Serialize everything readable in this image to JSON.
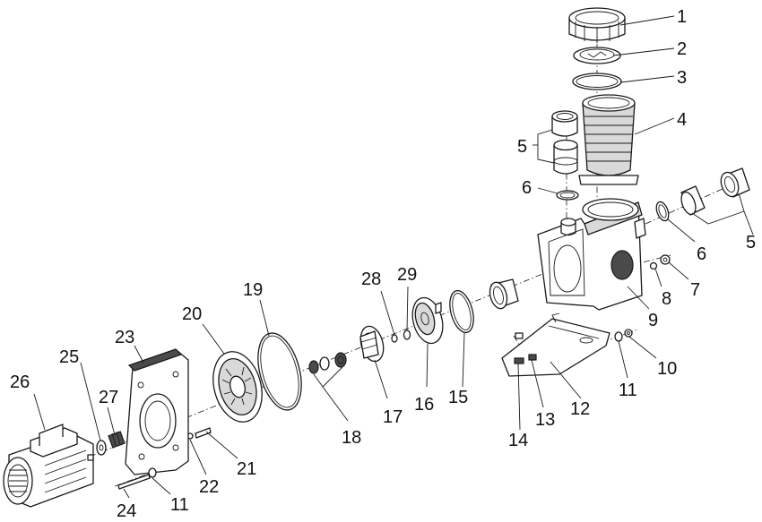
{
  "callouts": [
    {
      "id": "c1",
      "label": "1"
    },
    {
      "id": "c2",
      "label": "2"
    },
    {
      "id": "c3",
      "label": "3"
    },
    {
      "id": "c4",
      "label": "4"
    },
    {
      "id": "c5a",
      "label": "5"
    },
    {
      "id": "c5b",
      "label": "5"
    },
    {
      "id": "c6a",
      "label": "6"
    },
    {
      "id": "c6b",
      "label": "6"
    },
    {
      "id": "c7",
      "label": "7"
    },
    {
      "id": "c8",
      "label": "8"
    },
    {
      "id": "c9",
      "label": "9"
    },
    {
      "id": "c10",
      "label": "10"
    },
    {
      "id": "c11a",
      "label": "11"
    },
    {
      "id": "c11b",
      "label": "11"
    },
    {
      "id": "c12",
      "label": "12"
    },
    {
      "id": "c13",
      "label": "13"
    },
    {
      "id": "c14",
      "label": "14"
    },
    {
      "id": "c15",
      "label": "15"
    },
    {
      "id": "c16",
      "label": "16"
    },
    {
      "id": "c17",
      "label": "17"
    },
    {
      "id": "c18",
      "label": "18"
    },
    {
      "id": "c19",
      "label": "19"
    },
    {
      "id": "c20",
      "label": "20"
    },
    {
      "id": "c21",
      "label": "21"
    },
    {
      "id": "c22",
      "label": "22"
    },
    {
      "id": "c23",
      "label": "23"
    },
    {
      "id": "c24",
      "label": "24"
    },
    {
      "id": "c25",
      "label": "25"
    },
    {
      "id": "c26",
      "label": "26"
    },
    {
      "id": "c27",
      "label": "27"
    },
    {
      "id": "c28",
      "label": "28"
    },
    {
      "id": "c29",
      "label": "29"
    }
  ]
}
